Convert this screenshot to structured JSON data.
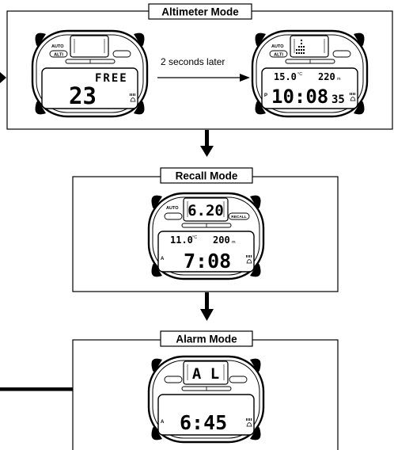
{
  "modes": [
    {
      "title": "Altimeter Mode",
      "watches": [
        {
          "auto": "AUTO",
          "button": "ALTI",
          "top_text": "FREE",
          "main_text": "23",
          "main_small": ""
        },
        {
          "auto": "AUTO",
          "button": "ALTI",
          "top_left": "15.0",
          "top_left_unit": "°C",
          "top_right": "220",
          "top_right_unit": "m",
          "indicator": "P",
          "main_text": "10:08",
          "main_small": "35"
        }
      ],
      "transition": "2 seconds later"
    },
    {
      "title": "Recall Mode",
      "watches": [
        {
          "auto": "AUTO",
          "button": "RECALL",
          "window_text": "6.20",
          "top_left": "11.0",
          "top_left_unit": "°C",
          "top_right": "200",
          "top_right_unit": "m",
          "indicator": "A",
          "main_text": "7:08",
          "main_small": ""
        }
      ]
    },
    {
      "title": "Alarm Mode",
      "watches": [
        {
          "window_text": "A L",
          "indicator": "A",
          "main_text": "6:45",
          "main_small": ""
        }
      ]
    }
  ]
}
